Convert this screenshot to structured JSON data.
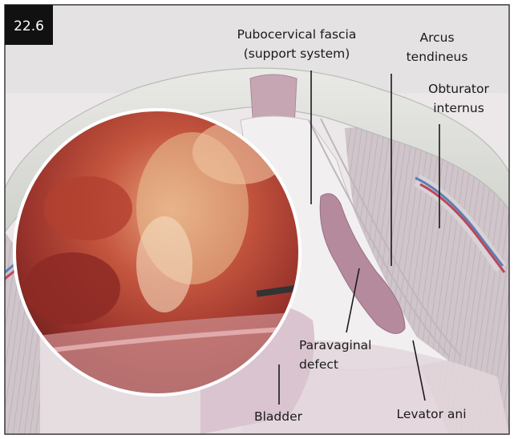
{
  "figure_number": "22.6",
  "labels": {
    "pubocervical_line1": "Pubocervical fascia",
    "pubocervical_line2": "(support system)",
    "arcus_line1": "Arcus",
    "arcus_line2": "tendineus",
    "obturator_line1": "Obturator",
    "obturator_line2": "internus",
    "paravaginal_line1": "Paravaginal",
    "paravaginal_line2": "defect",
    "bladder": "Bladder",
    "levator_ani": "Levator ani"
  },
  "colors": {
    "pelvic_bone": "#dedfda",
    "muscle": "#c9bfc4",
    "fascia_pink": "#c7a6b4",
    "defect": "#b48a9c",
    "background": "#ece8ea",
    "tissue_red": "#a8342b",
    "nerve_blue": "#5d7fb4",
    "vessel_red": "#c0455a"
  }
}
